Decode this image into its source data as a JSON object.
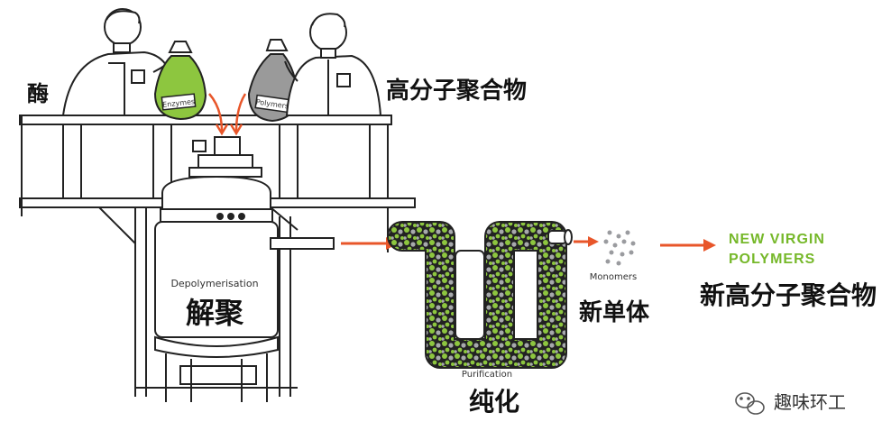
{
  "labels": {
    "enzyme": "酶",
    "polymer": "高分子聚合物",
    "depolymerisation_cn": "解聚",
    "purification_cn": "纯化",
    "monomer_cn": "新单体",
    "new_polymer_cn": "新高分子聚合物"
  },
  "sketch_text": {
    "enzymes_tag": "Enzymes",
    "polymers_tag": "Polymers",
    "depolymerisation": "Depolymerisation",
    "purification": "Purification",
    "monomers": "Monomers",
    "new_virgin_line1": "NEW VIRGIN",
    "new_virgin_line2": "POLYMERS"
  },
  "watermark": {
    "text": "趣味环工",
    "icon": "wechat-icon"
  },
  "colors": {
    "arrow": "#e8562a",
    "enzyme_green": "#8dc63f",
    "virgin_text": "#76b82a",
    "pellet_gray": "#a7a9ac",
    "ink": "#222222"
  }
}
